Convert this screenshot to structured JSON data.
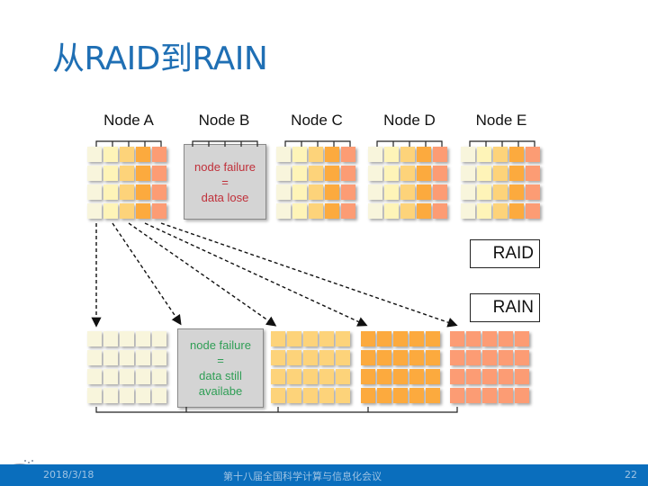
{
  "slide": {
    "title": "从RAID到RAIN",
    "page_number": "22"
  },
  "nodes": [
    {
      "label": "Node A"
    },
    {
      "label": "Node B"
    },
    {
      "label": "Node C"
    },
    {
      "label": "Node D"
    },
    {
      "label": "Node E"
    }
  ],
  "cell_colors": [
    "#f8f5dc",
    "#fef4b8",
    "#fdd37a",
    "#fcaa3e",
    "#fc9c74"
  ],
  "raid_row": {
    "failed_node_index": 1,
    "failure_text": [
      "node failure",
      "=",
      "data lose"
    ],
    "failure_text_color": "#c0303a"
  },
  "rain_row": {
    "failed_node_index": 1,
    "failure_text": [
      "node failure",
      "=",
      "data still",
      "availabe"
    ],
    "failure_text_color": "#2f9e55"
  },
  "legend": {
    "raid_label": "RAID",
    "rain_label": "RAIN"
  },
  "footer": {
    "date": "2018/3/18",
    "conference": "第十八届全国科学计算与信息化会议",
    "page": "22"
  },
  "colors": {
    "title": "#1f6fb4",
    "footer_bg": "#0a6ebd",
    "failbox_bg": "#d4d4d4"
  }
}
